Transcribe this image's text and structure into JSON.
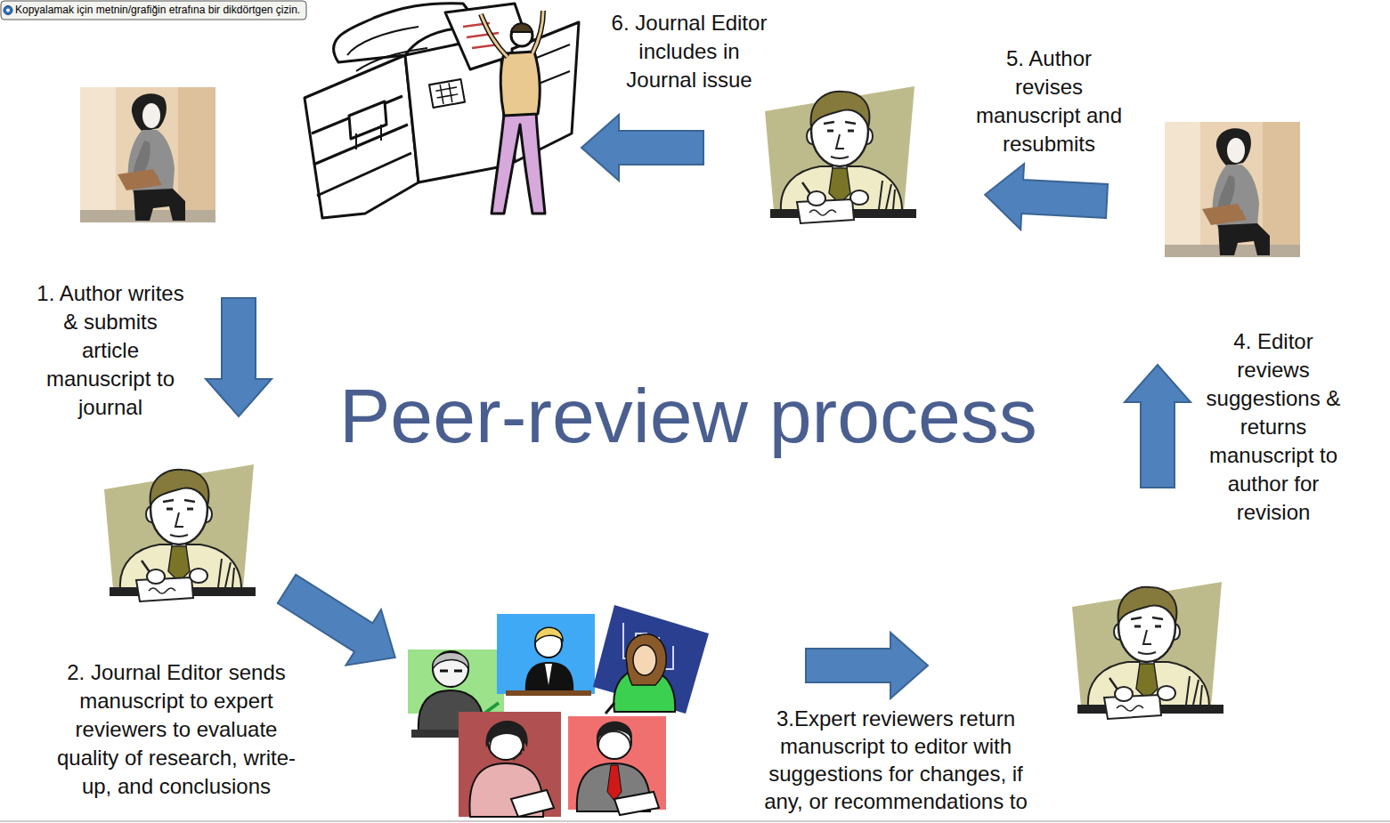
{
  "diagram": {
    "title": "Peer-review process",
    "labels": [
      "Kopyalamak için metnin/grafiğin etrafına bir dikdörtgen çizin.",
      "1. Author writes & submits article manuscript to journal",
      "2. Journal Editor sends manuscript to expert reviewers to evaluate quality of research, write-up, and conclusions",
      "3.Expert reviewers return manuscript to editor with suggestions for changes, if any, or recommendations to",
      "4. Editor reviews suggestions & returns manuscript to author for revision",
      "5. Author revises manuscript and resubmits",
      "6. Journal Editor includes in Journal issue"
    ]
  }
}
